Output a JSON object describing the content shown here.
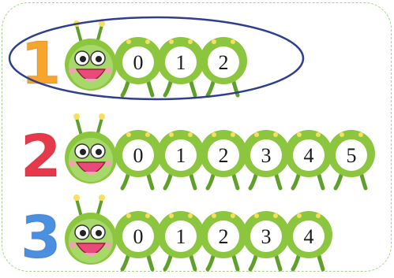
{
  "rows": [
    {
      "badge": "1",
      "badge_color": "#f7a52c",
      "numbers": [
        "0",
        "1",
        "2"
      ]
    },
    {
      "badge": "2",
      "badge_color": "#e6394b",
      "numbers": [
        "0",
        "1",
        "2",
        "3",
        "4",
        "5"
      ]
    },
    {
      "badge": "3",
      "badge_color": "#4a8fe0",
      "numbers": [
        "0",
        "1",
        "2",
        "3",
        "4"
      ]
    }
  ],
  "colors": {
    "body_green": "#8cc63f",
    "body_dark": "#5fa02a",
    "face_pink": "#e84b7a",
    "ellipse_blue": "#2f3e8f",
    "frame_dash": "#a9d08e"
  },
  "icons": [
    "caterpillar-head-icon",
    "caterpillar-segment-icon"
  ]
}
